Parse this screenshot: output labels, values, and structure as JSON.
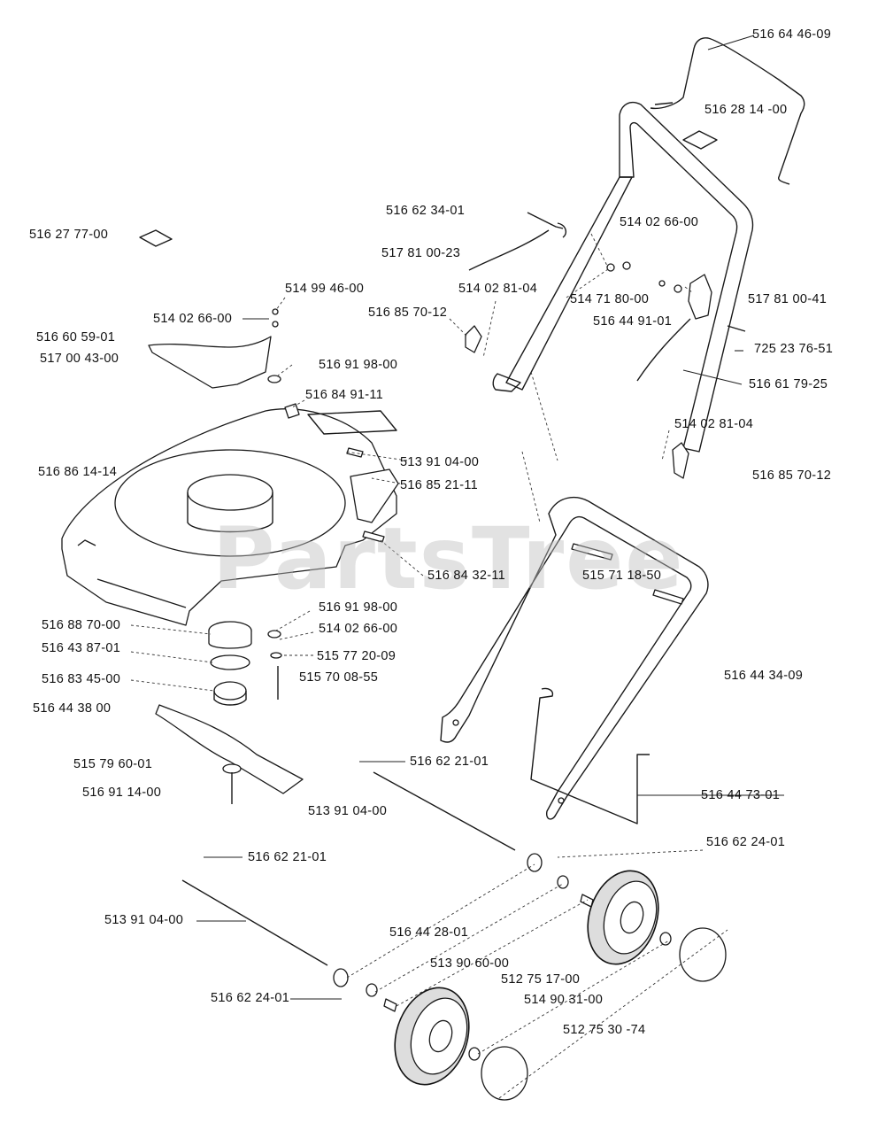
{
  "watermark": "PartsTree",
  "labels": {
    "l01": "516 64 46-09",
    "l02": "516 28 14 -00",
    "l03": "516 62 34-01",
    "l04": "516 27 77-00",
    "l05": "514 02 66-00",
    "l06": "517 81 00-23",
    "l07": "514 99 46-00",
    "l08": "514 02 81-04",
    "l09": "514 71 80-00",
    "l10": "517 81 00-41",
    "l11": "516 85 70-12",
    "l12": "516 44 91-01",
    "l13": "514 02 66-00",
    "l14": "725 23 76-51",
    "l15": "516 60 59-01",
    "l16": "517 00 43-00",
    "l17": "516 91 98-00",
    "l18": "516 61 79-25",
    "l19": "516 84 91-11",
    "l20": "514 02 81-04",
    "l21": "513 91 04-00",
    "l22": "516 86 14-14",
    "l23": "516 85 21-11",
    "l24": "516 85 70-12",
    "l25": "516 84 32-11",
    "l26": "515 71 18-50",
    "l27": "516 91 98-00",
    "l28": "516 88 70-00",
    "l29": "514 02 66-00",
    "l30": "516 43 87-01",
    "l31": "515 77 20-09",
    "l32": "516 83 45-00",
    "l33": "515 70 08-55",
    "l34": "516 44 34-09",
    "l35": "516 44  38 00",
    "l36": "516  62 21-01",
    "l37": "515 79 60-01",
    "l38": "516 91 14-00",
    "l39": "516 44 73-01",
    "l40": "513 91 04-00",
    "l41": "516 62 24-01",
    "l42": "516  62 21-01",
    "l43": "513 91 04-00",
    "l44": "516 44 28-01",
    "l45": "513 90 60-00",
    "l46": "512 75 17-00",
    "l47": "516 62 24-01",
    "l48": "514 90 31-00",
    "l49": "512 75 30 -74"
  }
}
